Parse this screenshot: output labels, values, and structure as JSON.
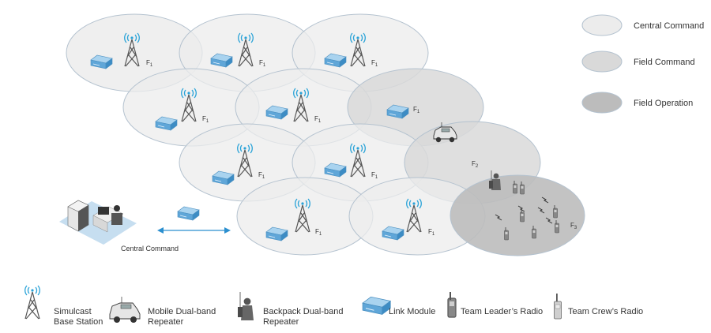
{
  "legend_zones": [
    {
      "label": "Central Command",
      "color": "#ececec"
    },
    {
      "label": "Field Command",
      "color": "#d9d9d9"
    },
    {
      "label": "Field Operation",
      "color": "#bcbcbc"
    }
  ],
  "central_command_label": "Central Command",
  "cell_frequency": {
    "letter": "F",
    "index": "1"
  },
  "field_command_frequency": {
    "letter": "F",
    "index": "2"
  },
  "field_operation_frequency": {
    "letter": "F",
    "index": "3"
  },
  "legend_items": {
    "base_station": {
      "line1": "Simulcast",
      "line2": "Base Station"
    },
    "mobile_repeater": {
      "line1": "Mobile Dual-band",
      "line2": "Repeater"
    },
    "backpack_repeater": {
      "line1": "Backpack Dual-band",
      "line2": "Repeater"
    },
    "link_module": {
      "line1": "Link Module"
    },
    "leader_radio": {
      "line1": "Team Leader’s Radio"
    },
    "crew_radio": {
      "line1": "Team Crew’s Radio"
    }
  },
  "colors": {
    "accent_blue": "#2aa3d8",
    "link_module": "#6fb1dc",
    "arrow": "#2b8fcf"
  }
}
